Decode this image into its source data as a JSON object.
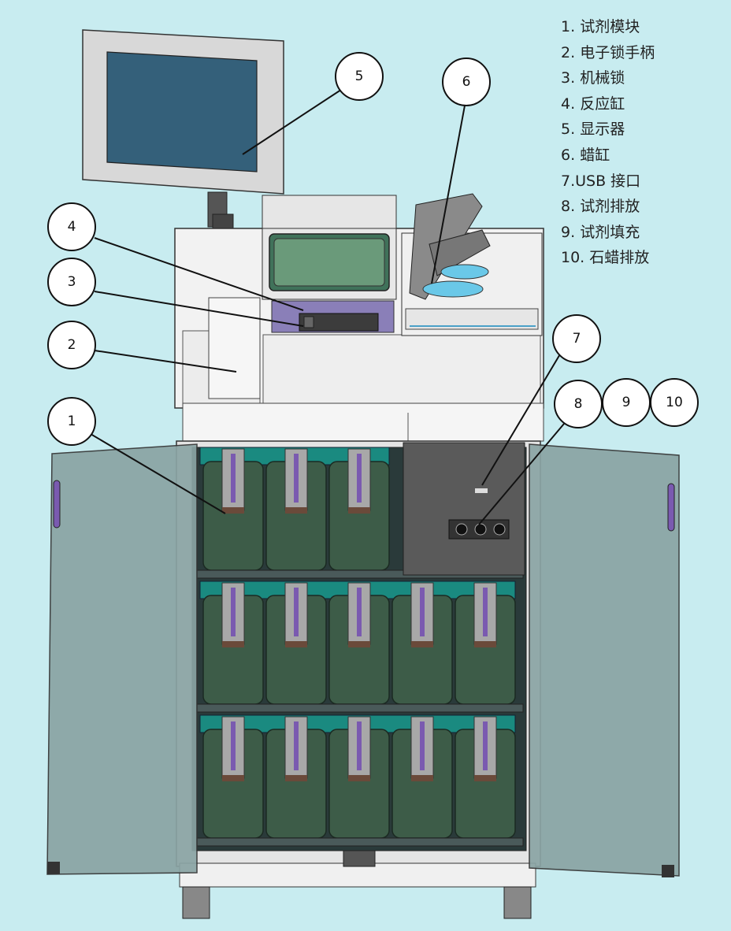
{
  "legend": [
    {
      "num": "1.",
      "label": "试剂模块"
    },
    {
      "num": "2.",
      "label": "电子锁手柄"
    },
    {
      "num": "3.",
      "label": "机械锁"
    },
    {
      "num": "4.",
      "label": "反应缸"
    },
    {
      "num": "5.",
      "label": "显示器"
    },
    {
      "num": "6.",
      "label": "蜡缸"
    },
    {
      "num": "7.",
      "label": "USB 接口"
    },
    {
      "num": "8.",
      "label": "试剂排放"
    },
    {
      "num": "9.",
      "label": "试剂填充"
    },
    {
      "num": "10.",
      "label": "石蜡排放"
    }
  ],
  "callouts": [
    "5",
    "6",
    "4",
    "3",
    "2",
    "1",
    "7",
    "8",
    "9",
    "10"
  ],
  "colors": {
    "background": "#c8ecf0",
    "cabinet": "#f2f2f2",
    "bottle": "#3d5c48",
    "teal": "#1a8a80",
    "handle": "#7a5ab0",
    "door": "#8aa4a4",
    "panel": "#5a5a5a",
    "screen": "#34607a"
  }
}
